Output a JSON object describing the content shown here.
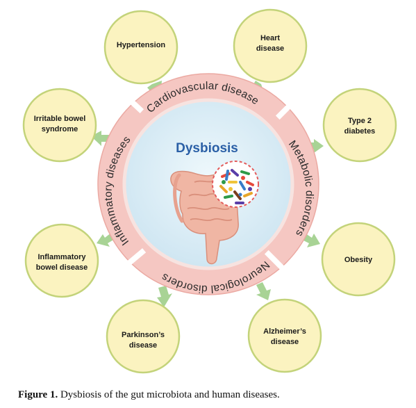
{
  "center": {
    "title": "Dysbiosis"
  },
  "categories": {
    "top": "Cardiovascular disease",
    "right": "Metabolic disorders",
    "bottom": "Neurological disorders",
    "left": "Inflammatory diseases"
  },
  "diseases": {
    "hypertension": [
      "Hypertension"
    ],
    "heart": [
      "Heart",
      "disease"
    ],
    "ibs": [
      "Irritable bowel",
      "syndrome"
    ],
    "diabetes": [
      "Type 2",
      "diabetes"
    ],
    "ibd": [
      "Inflammatory",
      "bowel disease"
    ],
    "obesity": [
      "Obesity"
    ],
    "parkinsons": [
      "Parkinson’s",
      "disease"
    ],
    "alzheimers": [
      "Alzheimer’s",
      "disease"
    ]
  },
  "caption": {
    "label": "Figure 1.",
    "text": " Dysbiosis of the gut microbiota and human diseases."
  },
  "colors": {
    "circle_fill": "#fbf3c0",
    "circle_stroke": "#c3d37a",
    "ring": "#f5c7c2",
    "ring_edge": "#eba9a2",
    "center": "#dceef7",
    "arrow": "#a8d395",
    "title": "#2a5fa6"
  }
}
